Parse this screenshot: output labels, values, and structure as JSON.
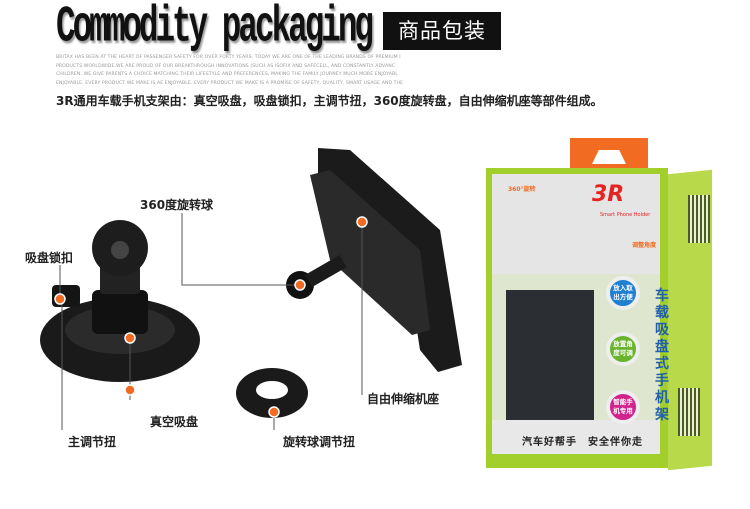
{
  "header": {
    "title": "Commodity packaging",
    "badge": "商品包装",
    "blurb": [
      "BRITAX HAS BEEN AT THE HEART OF PASSENGER SAFETY FOR OVER FORTY YEARS. TODAY WE ARE ONE OF THE LEADING BRANDS OF PREMIUM I",
      "PRODUCTS WORLDWIDE.WE ARE PROUD OF OUR BREAKTHROUGH INNOVATIONS (SUCH AS ISOFIX AND SAFECELL, AND CONSTANTLY ADVANC",
      "CHILDREN. WE GIVE PARENTS A CHOICE MATCHING THEIR LIFESTYLE AND PREFERENCES, MAKING THE FAMILY JOURNEY MUCH MORE ENJOYABL",
      "ENJOYABLE. EVERY PRODUCT WE MAKE IS AE ENJOYABLE. EVERY PRODUCT WE MAKE IS A PROMISE OF SAFETY, QUALITY, SMART USAGE AND THE"
    ],
    "intro": "3R通用车载手机支架由：真空吸盘，吸盘锁扣，主调节扭，360度旋转盘，自由伸缩机座等部件组成。"
  },
  "labels": {
    "ball": "360度旋转球",
    "lock": "吸盘锁扣",
    "suction": "真空吸盘",
    "main_knob": "主调节扭",
    "ball_knob": "旋转球调节扭",
    "base": "自由伸缩机座"
  },
  "package": {
    "brand": "3R",
    "subtitle": "Smart Phone Holder",
    "rotate": "360°旋转",
    "adjust": "调整角度",
    "circles": [
      "放入取出方便",
      "放置角度可调",
      "智能手机专用"
    ],
    "vertical": "车载吸盘式手机架",
    "slogan": "汽车好帮手　安全伴你走"
  },
  "colors": {
    "accent": "#f26b22",
    "box_green": "#a3cf2c"
  }
}
